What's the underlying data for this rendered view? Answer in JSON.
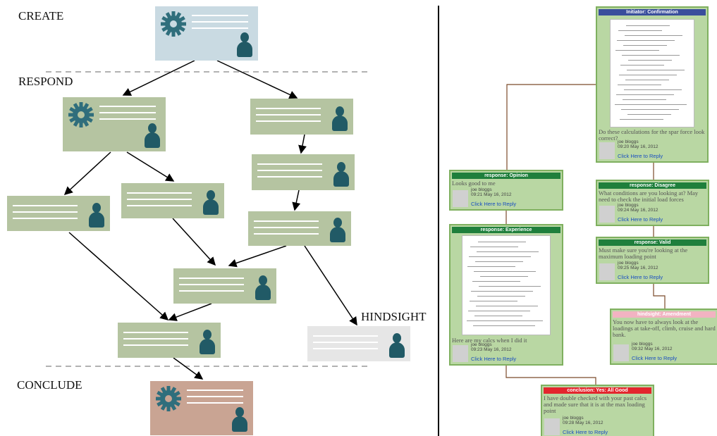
{
  "left": {
    "stages": {
      "create": "CREATE",
      "respond": "RESPOND",
      "conclude": "CONCLUDE",
      "hindsight": "HINDSIGHT"
    },
    "colors": {
      "create": "#c9dae2",
      "respond": "#b5c4a1",
      "conclude": "#c9a493",
      "hindsight": "#e6e6e6",
      "icon": "#2f6e7c",
      "person": "#215a66"
    }
  },
  "right": {
    "cards": {
      "initiator": {
        "header": "Initiator: Confirmation",
        "header_color": "#3a4e9c",
        "text": "Do these calculations for the spar force look correct?",
        "user": "joe bloggs",
        "time": "09:20 May 16, 2012",
        "reply": "Click Here to Reply"
      },
      "opinion": {
        "header": "response: Opinion",
        "header_color": "#1f7f3c",
        "text": "Looks good to me",
        "user": "joe bloggs",
        "time": "09:21 May 16, 2012",
        "reply": "Click Here to Reply"
      },
      "disagree": {
        "header": "response: Disagree",
        "header_color": "#1f7f3c",
        "text": "What conditions are you looking at? May need to check the initial load forces",
        "user": "joe bloggs",
        "time": "09:24 May 16, 2012",
        "reply": "Click Here to Reply"
      },
      "experience": {
        "header": "response: Experience",
        "header_color": "#1f7f3c",
        "text": "Here are my calcs when I did it",
        "user": "joe bloggs",
        "time": "09:23 May 16, 2012",
        "reply": "Click Here to Reply"
      },
      "valid": {
        "header": "response: Valid",
        "header_color": "#1f7f3c",
        "text": "Must make sure you're looking at the maximum loading point",
        "user": "joe bloggs",
        "time": "09:25 May 16, 2012",
        "reply": "Click Here to Reply"
      },
      "hindsight": {
        "header": "hindsight: Amendment",
        "header_color": "#f2b3c2",
        "text": "You now have to always look at the loadings at take-off, climb, cruise and hard bank.",
        "user": "joe bloggs",
        "time": "09:32 May 16, 2012",
        "reply": "Click Here to Reply"
      },
      "conclusion": {
        "header": "conclusion: Yes: All Good",
        "header_color": "#e3262e",
        "text": "I have double checked with your past calcs and made sure that it is at the max loading point",
        "user": "joe bloggs",
        "time": "09:28 May 16, 2012",
        "reply": "Click Here to Reply"
      }
    }
  }
}
